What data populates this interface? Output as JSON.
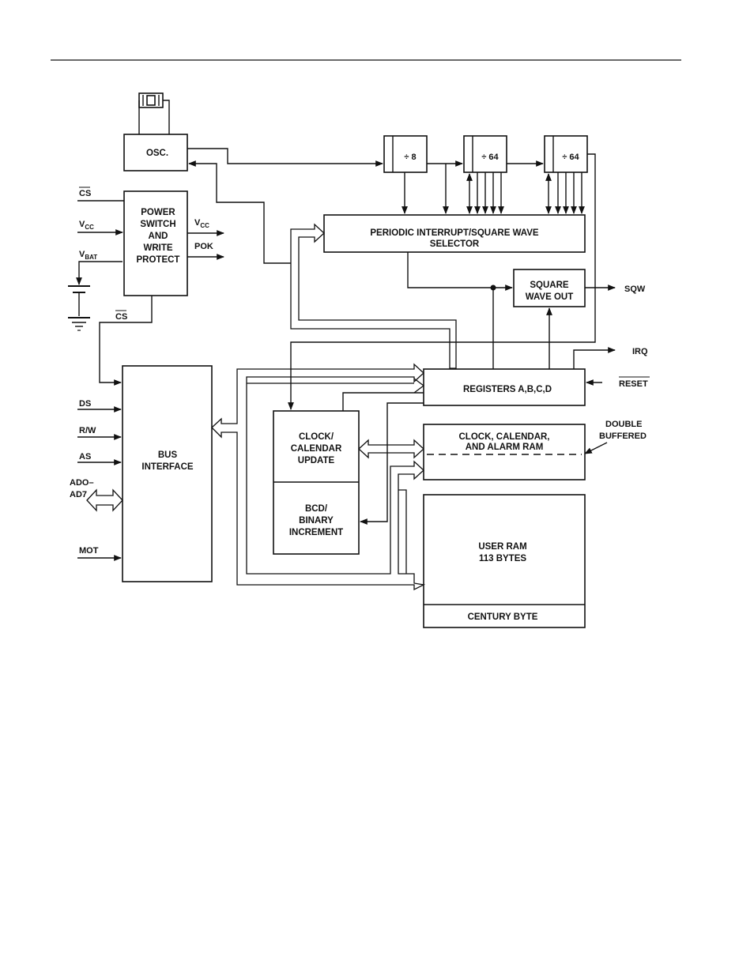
{
  "blocks": {
    "osc": "OSC.",
    "power": [
      "POWER",
      "SWITCH",
      "AND",
      "WRITE",
      "PROTECT"
    ],
    "div8": "÷ 8",
    "div64a": "÷ 64",
    "div64b": "÷ 64",
    "periodic": [
      "PERIODIC INTERRUPT/SQUARE WAVE",
      "SELECTOR"
    ],
    "square": [
      "SQUARE",
      "WAVE OUT"
    ],
    "registers": "REGISTERS A,B,C,D",
    "bus": [
      "BUS",
      "INTERFACE"
    ],
    "clock_update": [
      "CLOCK/",
      "CALENDAR",
      "UPDATE"
    ],
    "bcd": [
      "BCD/",
      "BINARY",
      "INCREMENT"
    ],
    "clock_ram": [
      "CLOCK, CALENDAR,",
      "AND ALARM RAM"
    ],
    "user_ram": [
      "USER RAM",
      "113 BYTES"
    ],
    "century": "CENTURY BYTE"
  },
  "signals": {
    "cs_in": "CS",
    "vcc_in": "V",
    "vcc_in_sub": "CC",
    "vbat_in": "V",
    "vbat_in_sub": "BAT",
    "vcc_out": "V",
    "vcc_out_sub": "CC",
    "pok": "POK",
    "cs_out": "CS",
    "ds": "DS",
    "rw": "R/W",
    "as": "AS",
    "ad_a": "ADO–",
    "ad_b": "AD7",
    "mot": "MOT",
    "sqw": "SQW",
    "irq": "IRQ",
    "reset": "RESET",
    "double_a": "DOUBLE",
    "double_b": "BUFFERED"
  }
}
